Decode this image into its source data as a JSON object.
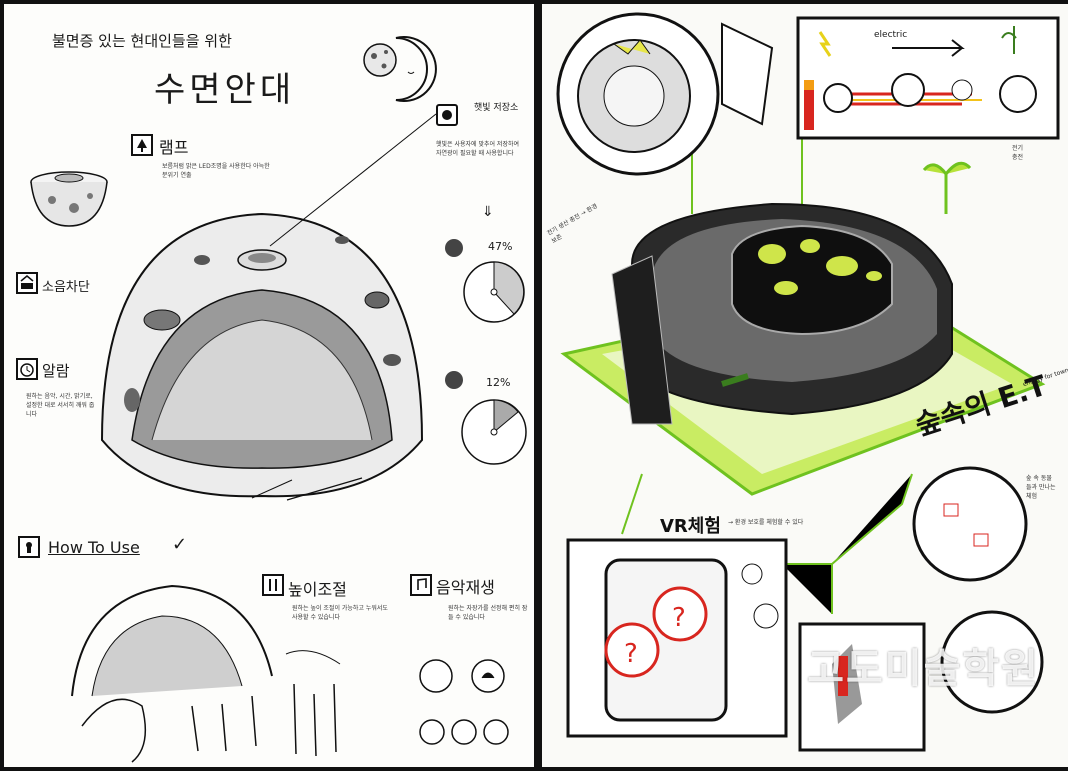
{
  "left_panel": {
    "subtitle": "불면증 있는 현대인들을 위한",
    "title": "수면안대",
    "labels": {
      "lamp": "램프",
      "noise": "소음차단",
      "alarm": "알람",
      "photo": "햇빛 저장소",
      "how_to_use": "How To Use",
      "height": "높이조절",
      "music": "음악재생",
      "pct1": "47%",
      "pct2": "12%"
    },
    "notes": {
      "lamp": "보름처럼 밝은 LED조명을 사용한다 아늑한 분위기 연출",
      "photo": "햇빛은 사용자에 맞추어 저장하여 자연광이 필요할 때 사용합니다",
      "alarm": "원하는 음악, 시간, 밝기로, 설정한 대로 서서히 깨워 줍니다",
      "height": "원하는 높이 조절이 가능하고 누워서도 사용할 수 있습니다",
      "music": "원하는 자장가를 선정해 편히 잠들 수 있습니다"
    }
  },
  "right_panel": {
    "title": "숲속의 E.T",
    "title_sub": "energy for town",
    "vr_label": "VR체험",
    "vr_note": "→ 환경 보호를 체험할 수 있다",
    "electric_label": "electric",
    "side_note": "전기 충전",
    "left_note": "전기 생산 충전 → 환경 보존",
    "bottom_right_note": "숲 속 동물들과 만나는 체험"
  },
  "watermark": "고도미술학원",
  "colors": {
    "accent_green": "#b7e23a",
    "dark_green": "#3a7d1e",
    "red": "#d8261f",
    "ink": "#111111"
  }
}
